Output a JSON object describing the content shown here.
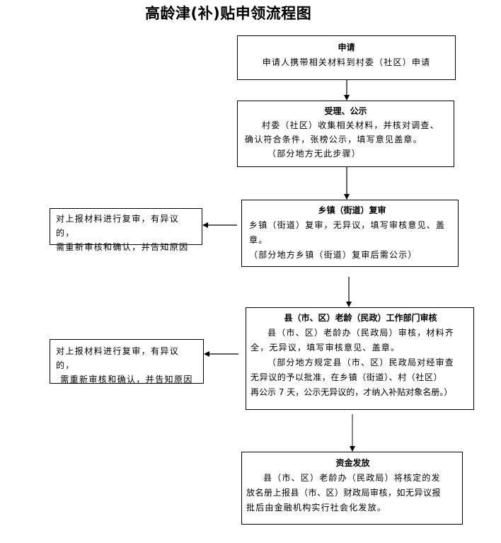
{
  "title": "高龄津(补)贴申领流程图",
  "steps": [
    {
      "heading": "申请",
      "lines": [
        "申请人携带相关材料到村委（社区）申请"
      ]
    },
    {
      "heading": "受理、公示",
      "lines": [
        "村委（社区）收集相关材料，并核对调查、",
        "确认符合条件，张榜公示，填写意见盖章。",
        "（部分地方无此步骤）"
      ]
    },
    {
      "heading": "乡镇（街道）复审",
      "lines": [
        "乡镇（街道）复审，无异议，填写审核意见、盖",
        "章。",
        "（部分地方乡镇（街道）复审后需公示）"
      ]
    },
    {
      "heading": "县（市、区）老龄（民政）工作部门审核",
      "lines": [
        "县（市、区）老龄办（民政局）审核，材料齐",
        "全，无异议，填写审核意见、盖章。",
        "（部分地方规定县（市、区）民政局对经审查",
        "无异议的予以批准，在乡镇（街道）、村（社区）",
        "再公示 7 天，公示无异议的，才纳入补贴对象名册。）"
      ]
    },
    {
      "heading": "资金发放",
      "lines": [
        "县（市、区）老龄办（民政局）将核定的发",
        "放名册上报县（市、区）财政局审核，如无异议报",
        "批后由金融机构实行社会化发放。"
      ]
    }
  ],
  "side_notes": [
    {
      "lines": [
        "对上报材料进行复审，有异议的，",
        "需重新审核和确认，并告知原因"
      ]
    },
    {
      "lines": [
        "对上报材料进行复审，有异议的，",
        "需重新审核和确认，并告知原因"
      ]
    }
  ]
}
